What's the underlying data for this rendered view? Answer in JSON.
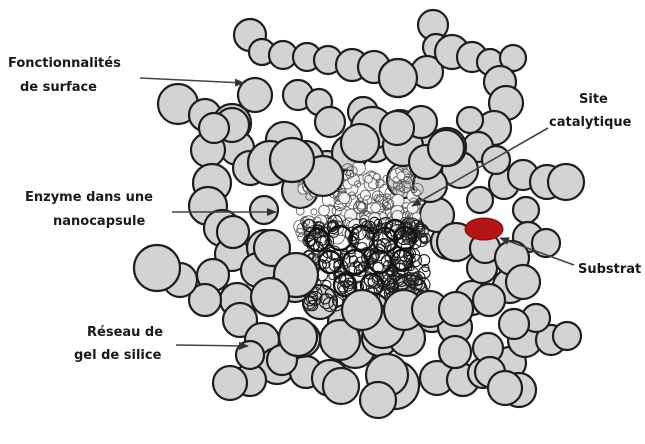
{
  "labels": {
    "surface_line1": "Fonctionnalités",
    "surface_line2": "de surface",
    "enzyme_line1": "Enzyme dans une",
    "enzyme_line2": "nanocapsule",
    "network_line1": "Réseau de",
    "network_line2": "gel de silice",
    "site_line1": "Site",
    "site_line2": "catalytique",
    "substrate": "Substrat"
  },
  "colors": {
    "sphere_fill": "#d3d3d3",
    "sphere_stroke": "#1e1e1e",
    "substrate": "#b31515",
    "arrow": "#444444",
    "text": "#1a1a1a"
  }
}
